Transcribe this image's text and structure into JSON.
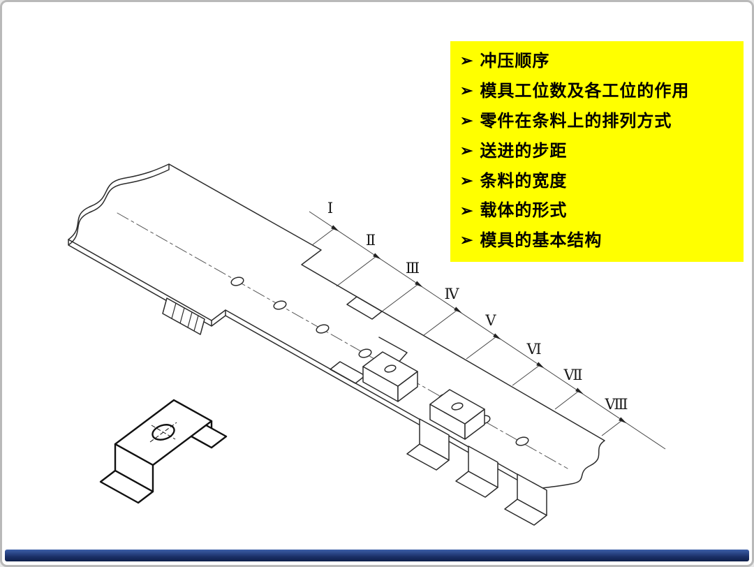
{
  "bullets": {
    "marker": "➢",
    "items": [
      "冲压顺序",
      "模具工位数及各工位的作用",
      "零件在条料上的排列方式",
      "送进的步距",
      "条料的宽度",
      "载体的形式",
      "模具的基本结构"
    ]
  },
  "diagram": {
    "stations": [
      "Ⅰ",
      "Ⅱ",
      "Ⅲ",
      "Ⅳ",
      "Ⅴ",
      "Ⅵ",
      "Ⅶ",
      "Ⅷ"
    ]
  },
  "colors": {
    "panel_bg": "#ffff00",
    "bullet_text": "#000000",
    "line_art": "#2b2b2b",
    "footer_bar_top": "#3c5fa8",
    "footer_bar_bottom": "#0e1f4a"
  }
}
